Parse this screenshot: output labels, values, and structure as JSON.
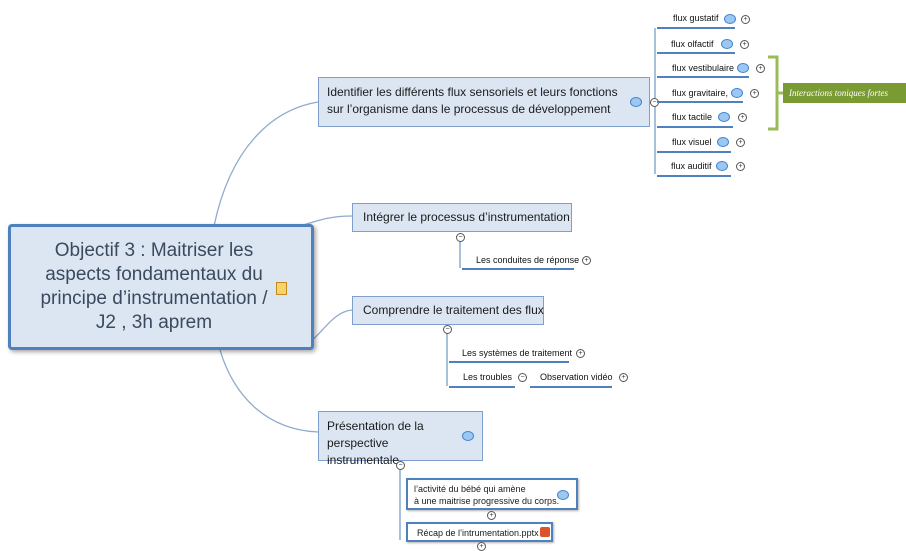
{
  "root": {
    "title": "Objectif 3 : Maitriser les aspects fondamentaux du principe d’instrumentation / J2 , 3h aprem"
  },
  "topics": {
    "t1": {
      "label": "Identifier les différents flux sensoriels et leurs fonctions sur l’organisme dans le processus de développement"
    },
    "t2": {
      "label": "Intégrer le processus d’instrumentation"
    },
    "t3": {
      "label": "Comprendre le traitement des flux"
    },
    "t4": {
      "label": "Présentation de la perspective instrumentale"
    }
  },
  "flux": [
    {
      "label": "flux gustatif"
    },
    {
      "label": "flux olfactif"
    },
    {
      "label": "flux vestibulaire"
    },
    {
      "label": "flux gravitaire,"
    },
    {
      "label": "flux tactile"
    },
    {
      "label": "flux visuel"
    },
    {
      "label": "flux auditif"
    }
  ],
  "callout": {
    "label": "Interactions toniques fortes"
  },
  "t2_children": {
    "c1": "Les conduites de réponse"
  },
  "t3_children": {
    "c1": "Les systèmes de traitement",
    "c2": "Les troubles",
    "c3": "Observation vidéo"
  },
  "t4_children": {
    "c1_line1": "l’activité du bébé qui amène",
    "c1_line2": "à une maitrise progressive du corps.",
    "c2": "Récap de l’intrumentation.pptx"
  },
  "colors": {
    "accent": "#4f81bd",
    "node_fill": "#dce6f3",
    "callout": "#7a9a33",
    "bracket": "#9bbb59"
  }
}
